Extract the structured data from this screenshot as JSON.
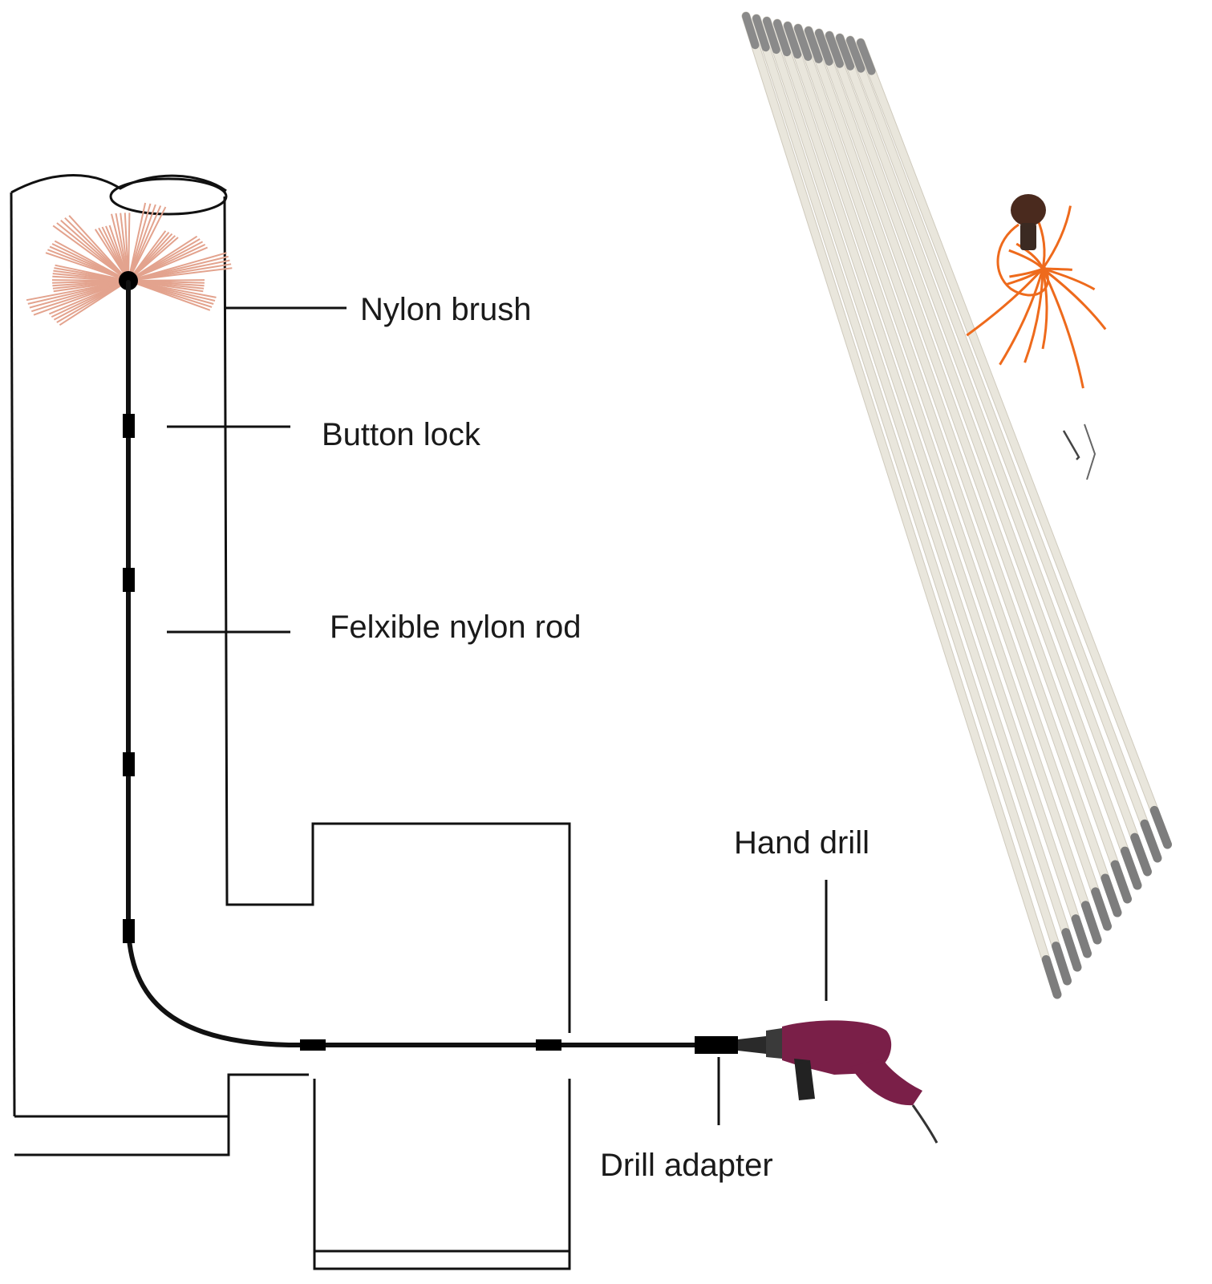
{
  "labels": {
    "nylon_brush": "Nylon brush",
    "button_lock": "Button lock",
    "flexible_rod": "Felxible nylon rod",
    "hand_drill": "Hand drill",
    "drill_adapter": "Drill adapter"
  },
  "icons": {
    "brush": "nylon-brush-icon",
    "drill": "hand-drill-icon",
    "rods": "nylon-rod-bundle-icon",
    "spare_brush": "spare-orange-brush-icon",
    "pins": "lock-pin-icon"
  },
  "colors": {
    "line": "#111111",
    "rod_bundle": "#e9e6dc",
    "brush_bristles": "#e3a38e",
    "spare_brush": "#ee6a1c",
    "drill_body": "#7a1f48"
  },
  "rod_count": 12
}
